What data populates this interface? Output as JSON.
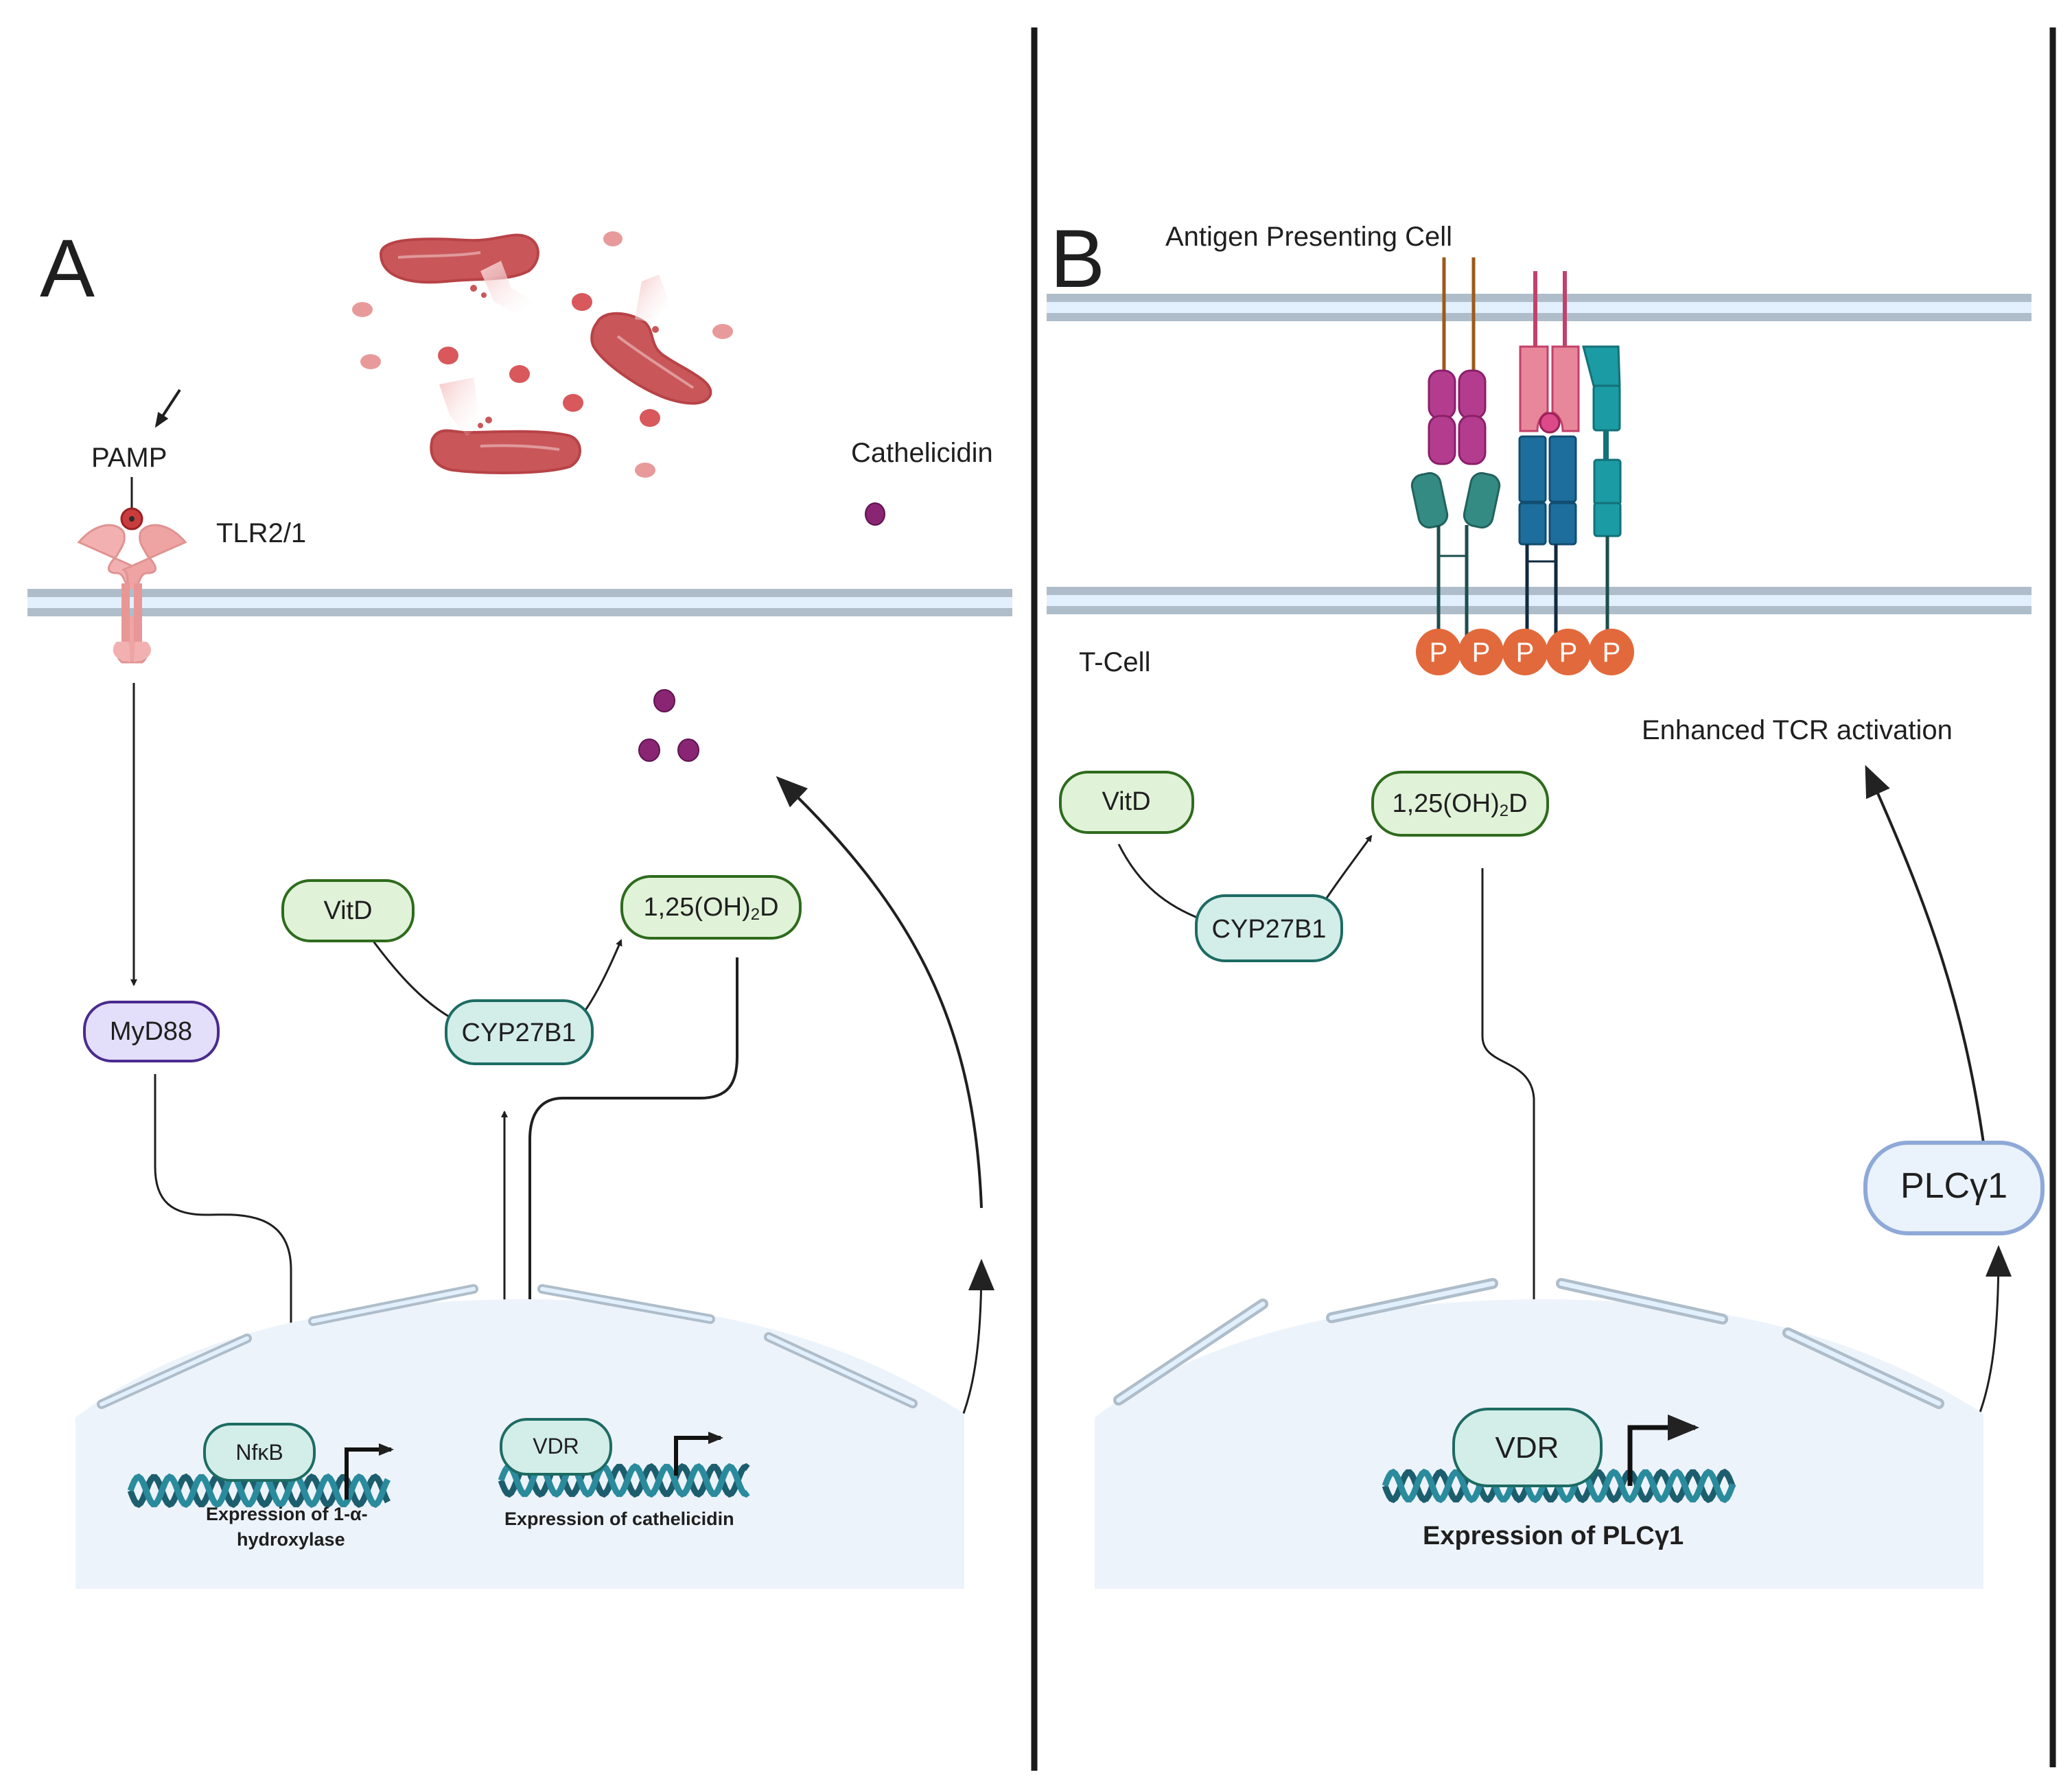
{
  "panels": {
    "A": {
      "label": "A",
      "pamp": "PAMP",
      "receptor": "TLR2/1",
      "cathelicidin": "Cathelicidin",
      "nodes": {
        "myd88": "MyD88",
        "vitd": "VitD",
        "cyp27b1": "CYP27B1",
        "calcitriol_main": "1,25(OH)",
        "calcitriol_sub": "2",
        "calcitriol_end": "D",
        "nfkb": "NfκB",
        "vdr": "VDR"
      },
      "expression": {
        "hydroxylase_line1": "Expression of 1-α-",
        "hydroxylase_line2": "hydroxylase",
        "cathelicidin": "Expression of cathelicidin"
      }
    },
    "B": {
      "label": "B",
      "apc": "Antigen Presenting Cell",
      "tcell": "T-Cell",
      "outcome": "Enhanced TCR activation",
      "phospho": [
        "P",
        "P",
        "P",
        "P",
        "P"
      ],
      "nodes": {
        "vitd": "VitD",
        "cyp27b1": "CYP27B1",
        "calcitriol_main": "1,25(OH)",
        "calcitriol_sub": "2",
        "calcitriol_end": "D",
        "vdr": "VDR",
        "plcg1": "PLCγ1"
      },
      "expression": {
        "plcg1": "Expression of PLCγ1"
      }
    }
  },
  "colors": {
    "membrane_outer": "#aebdc9",
    "membrane_inner": "#e1f0fc",
    "nucleus_fill": "#edf3fb",
    "green_node_fill": "#e0f2d8",
    "green_node_stroke": "#2e6b1d",
    "teal_node_fill": "#d3ede8",
    "teal_node_stroke": "#1d6b63",
    "purple_node_fill": "#e3defa",
    "purple_node_stroke": "#4a2b8f",
    "blue_node_fill": "#eaf2fc",
    "blue_node_stroke": "#8ea9d8",
    "bacteria": "#c9575a",
    "cathelicidin_dot": "#8a2573",
    "phospho": "#e2693b",
    "dna_dark": "#1c5e6e",
    "dna_light": "#2a8b9d"
  }
}
